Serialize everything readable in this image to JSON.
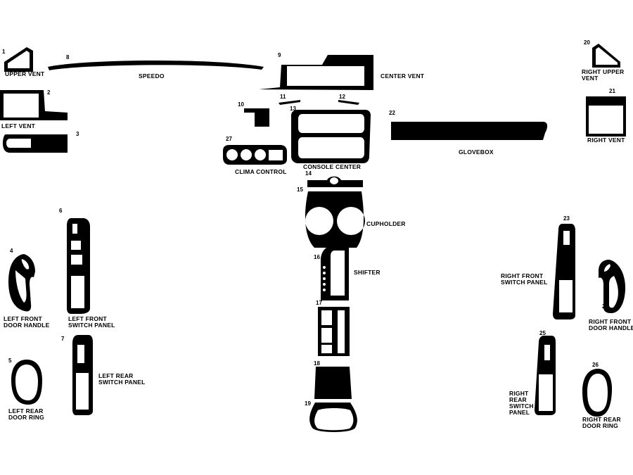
{
  "numbers": {
    "n1": "1",
    "n2": "2",
    "n3": "3",
    "n4": "4",
    "n5": "5",
    "n6": "6",
    "n7": "7",
    "n8": "8",
    "n9": "9",
    "n10": "10",
    "n11": "11",
    "n12": "12",
    "n13": "13",
    "n14": "14",
    "n15": "15",
    "n16": "16",
    "n17": "17",
    "n18": "18",
    "n19": "19",
    "n20": "20",
    "n21": "21",
    "n22": "22",
    "n23": "23",
    "n24": "24",
    "n25": "25",
    "n26": "26",
    "n27": "27"
  },
  "labels": {
    "upper_vent": "UPPER VENT",
    "speedo": "SPEEDO",
    "center_vent": "CENTER VENT",
    "right_upper_vent": "RIGHT UPPER\nVENT",
    "left_vent": "LEFT VENT",
    "right_vent": "RIGHT VENT",
    "glovebox": "GLOVEBOX",
    "clima_control": "CLIMA CONTROL",
    "console_center": "CONSOLE CENTER",
    "cupholder": "CUPHOLDER",
    "shifter": "SHIFTER",
    "left_front_door_handle": "LEFT FRONT\nDOOR HANDLE",
    "left_front_switch_panel": "LEFT FRONT\nSWITCH PANEL",
    "left_rear_switch_panel": "LEFT REAR\nSWITCH PANEL",
    "left_rear_door_ring": "LEFT REAR\nDOOR RING",
    "right_front_switch_panel": "RIGHT FRONT\nSWITCH PANEL",
    "right_front_door_handle": "RIGHT FRONT\nDOOR HANDLE",
    "right_rear_switch_panel": "RIGHT\nREAR\nSWITCH\nPANEL",
    "right_rear_door_ring": "RIGHT REAR\nDOOR RING"
  },
  "colors": {
    "part_fill": "#000000",
    "cutout": "#ffffff",
    "background": "#ffffff"
  }
}
